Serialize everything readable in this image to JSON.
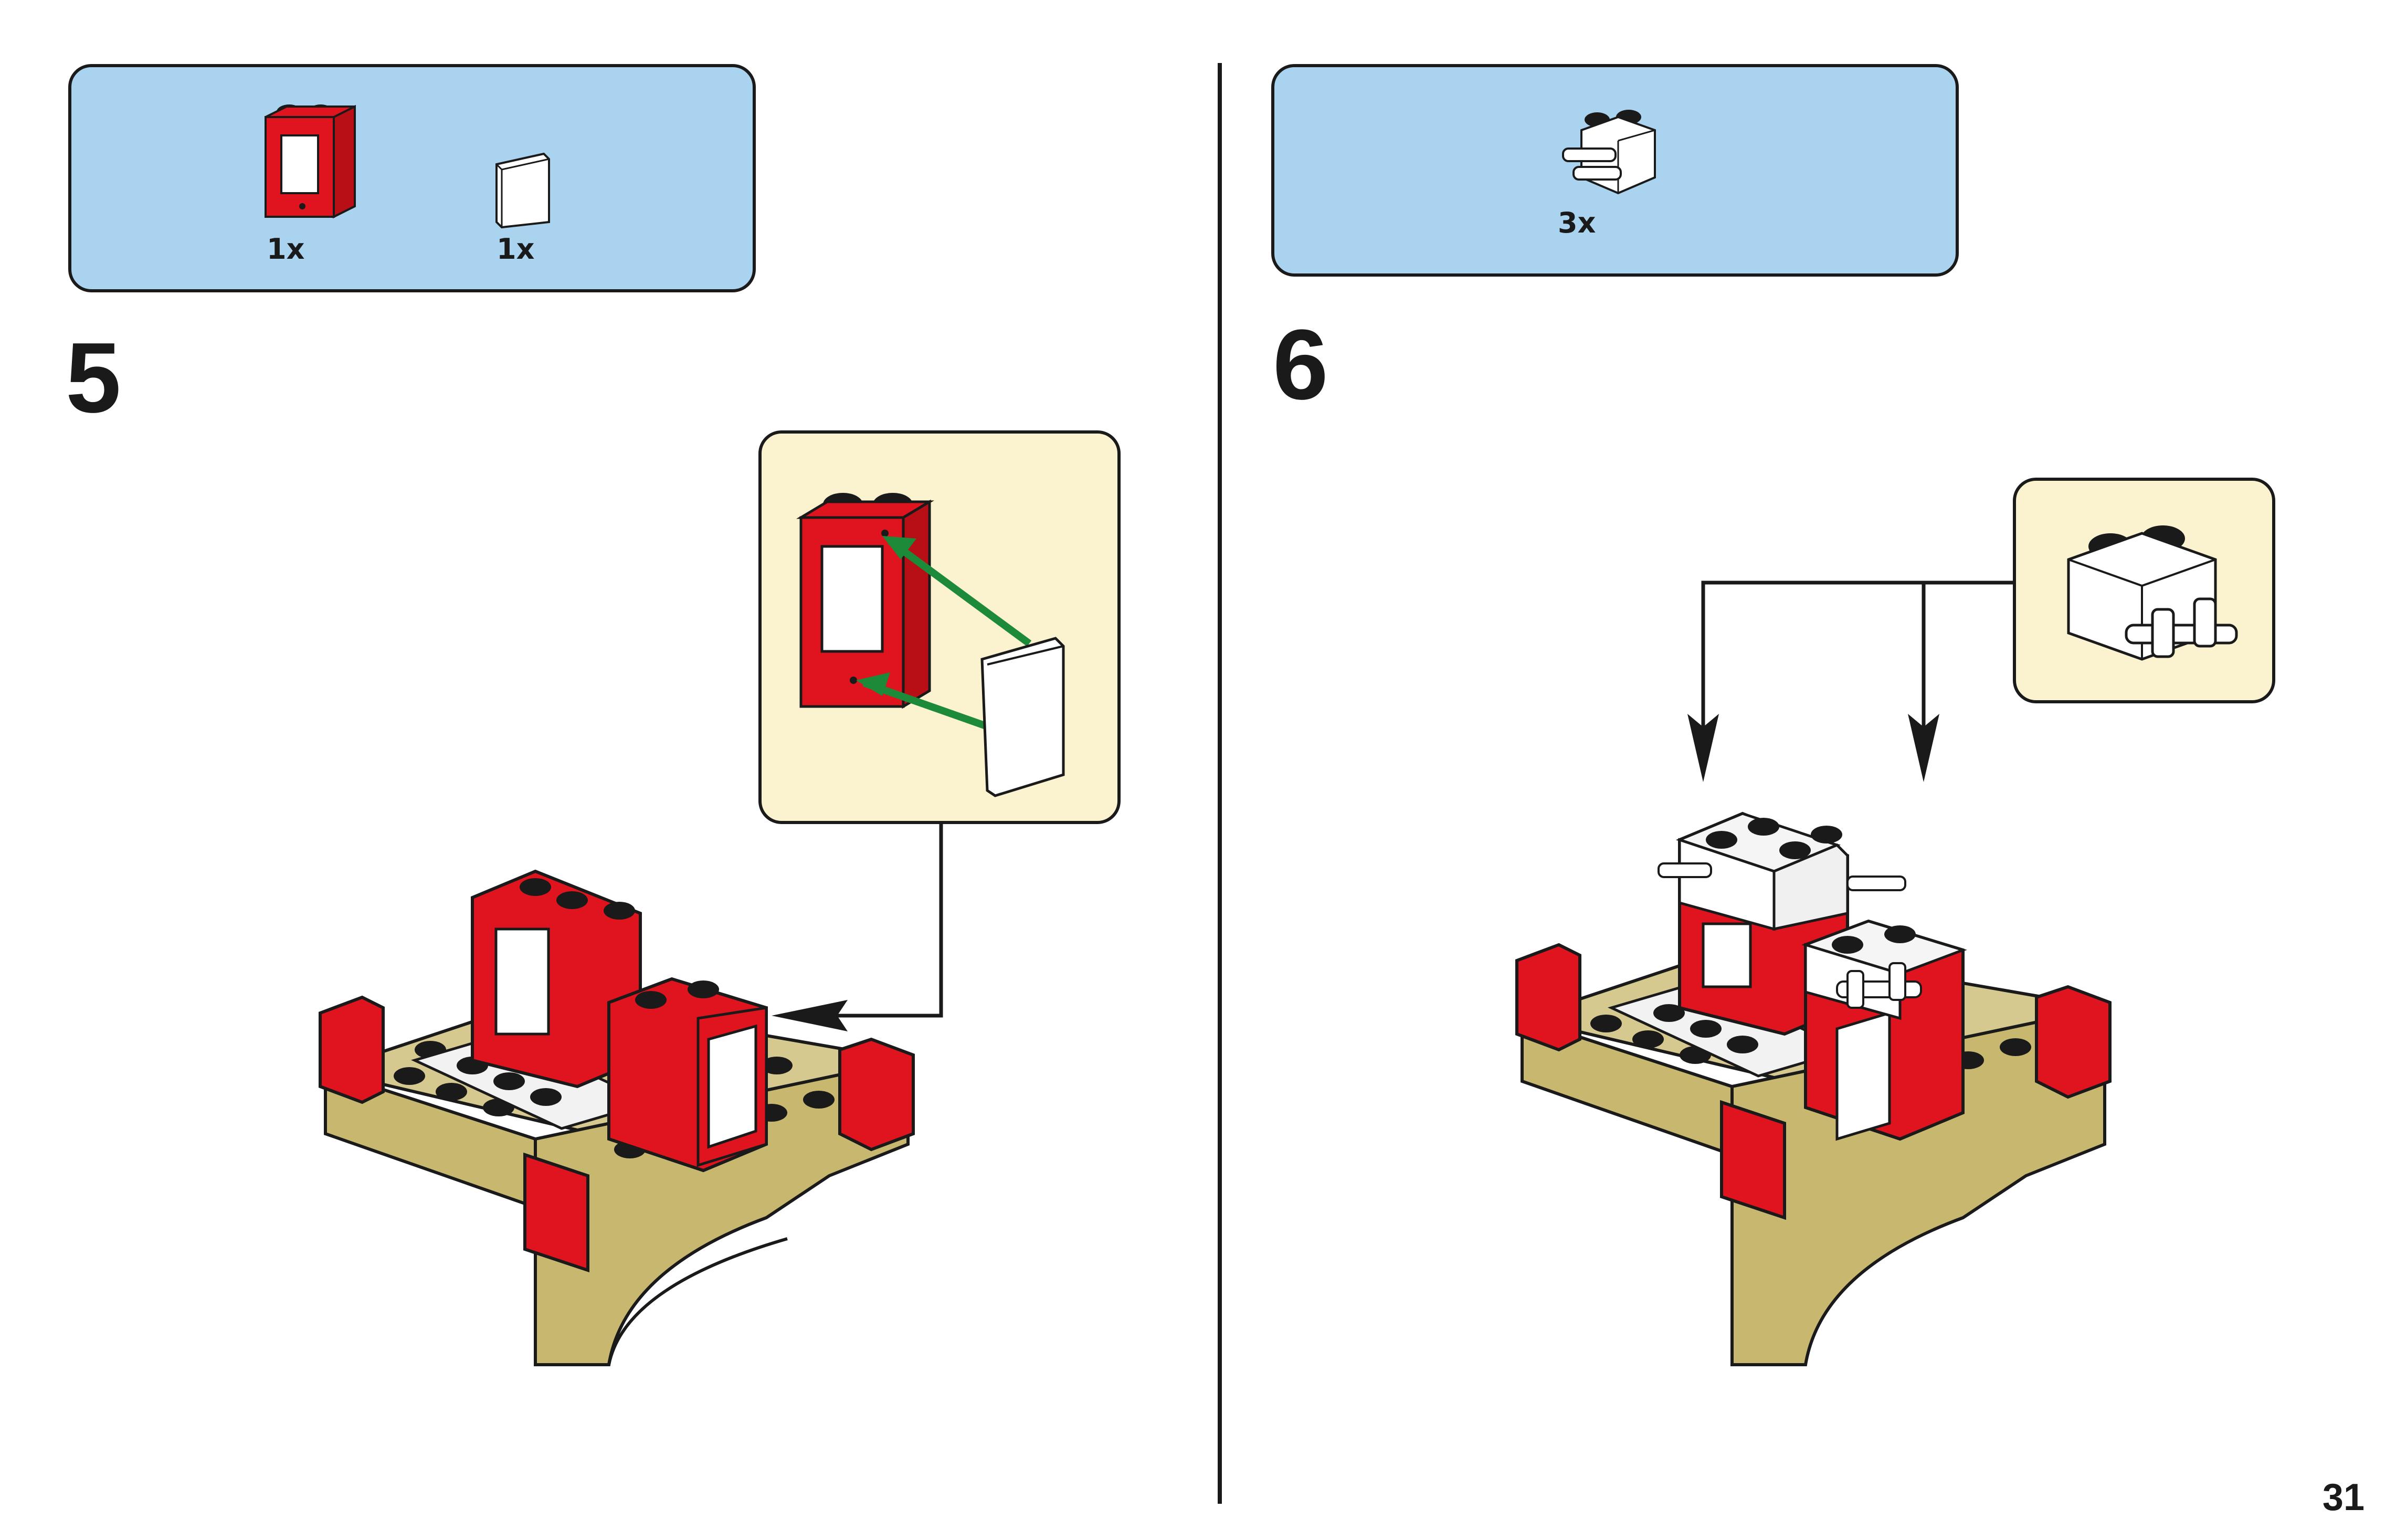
{
  "left_step": {
    "number": "5",
    "parts": [
      {
        "icon": "red-window-frame-icon",
        "quantity": "1x"
      },
      {
        "icon": "white-glass-pane-icon",
        "quantity": "1x"
      }
    ]
  },
  "right_step": {
    "number": "6",
    "parts": [
      {
        "icon": "white-brick-with-clips-icon",
        "quantity": "3x"
      }
    ]
  },
  "page_number": "31",
  "colors": {
    "parts_box": "#a9d3ef",
    "callout_box": "#fbf3cf",
    "brick_red": "#e0141e",
    "brick_tan": "#d6c98f",
    "arrow_green": "#1d8a3a",
    "outline": "#1a1a1a"
  }
}
